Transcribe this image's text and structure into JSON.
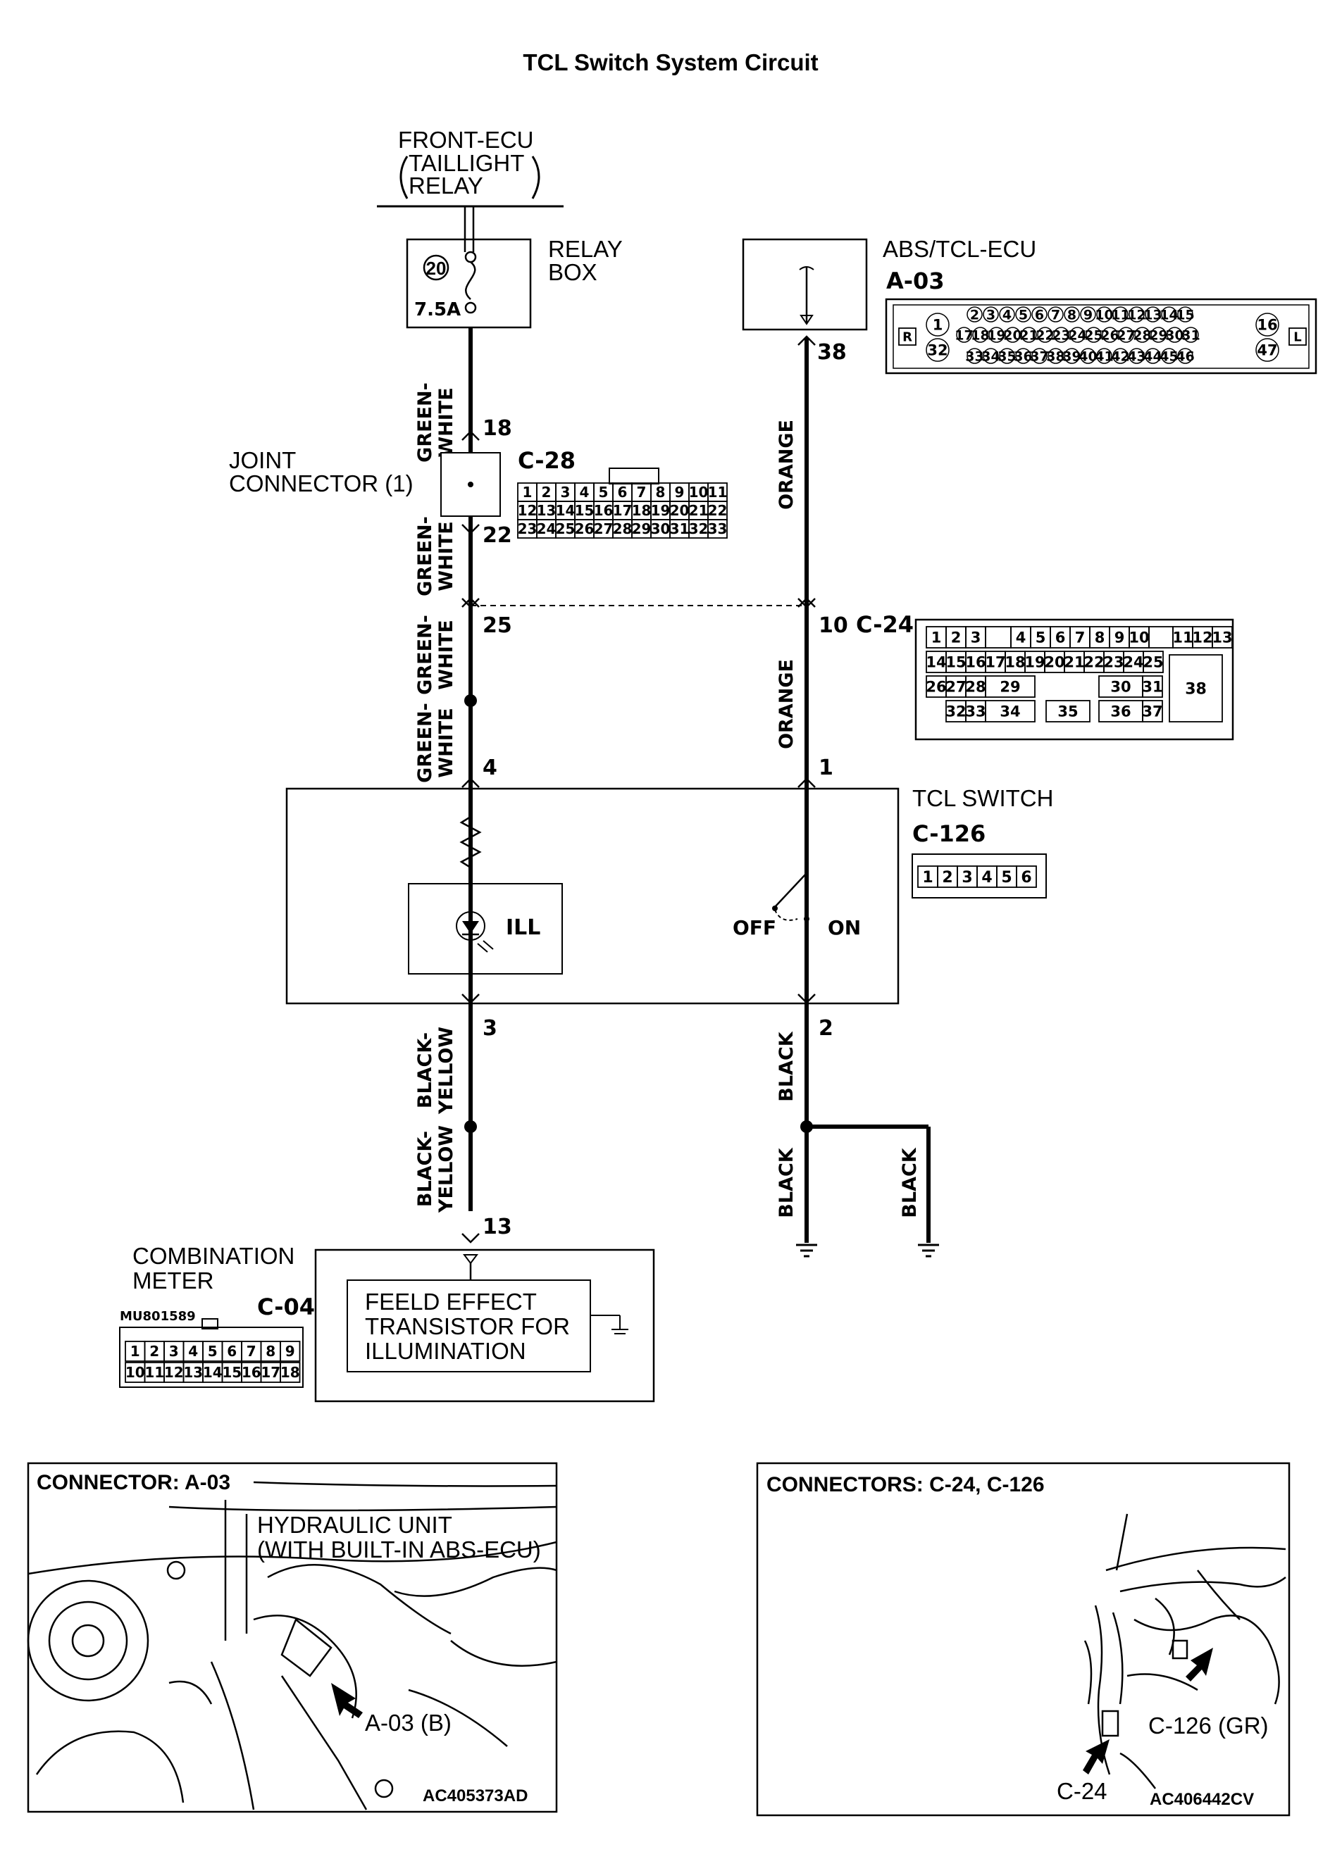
{
  "title": "TCL Switch System Circuit",
  "front_ecu": {
    "line1": "FRONT-ECU",
    "line2": "TAILLIGHT",
    "line3": "RELAY"
  },
  "relay_box": {
    "line1": "RELAY",
    "line2": "BOX",
    "fuse_no": "20",
    "rating": "7.5A"
  },
  "abs_ecu": {
    "name": "ABS/TCL-ECU",
    "connector": "A-03",
    "pin": "38",
    "pins_row1": [
      "2",
      "3",
      "4",
      "5",
      "6",
      "7",
      "8",
      "9",
      "10",
      "11",
      "12",
      "13",
      "14",
      "15"
    ],
    "pins_row2": [
      "17",
      "18",
      "19",
      "20",
      "21",
      "22",
      "23",
      "24",
      "25",
      "26",
      "27",
      "28",
      "29",
      "30",
      "31"
    ],
    "pins_row3": [
      "33",
      "34",
      "35",
      "36",
      "37",
      "38",
      "39",
      "40",
      "41",
      "42",
      "43",
      "44",
      "45",
      "46"
    ],
    "pin_r": "R",
    "pin_l": "L",
    "pin_1": "1",
    "pin_32": "32",
    "pin_16": "16",
    "pin_47": "47"
  },
  "joint_connector": {
    "line1": "JOINT",
    "line2": "CONNECTOR (1)",
    "connector": "C-28",
    "pin_in": "18",
    "pin_out": "22",
    "row1": [
      "1",
      "2",
      "3",
      "4",
      "5",
      "6",
      "7",
      "8",
      "9",
      "10",
      "11"
    ],
    "row2": [
      "12",
      "13",
      "14",
      "15",
      "16",
      "17",
      "18",
      "19",
      "20",
      "21",
      "22"
    ],
    "row3": [
      "23",
      "24",
      "25",
      "26",
      "27",
      "28",
      "29",
      "30",
      "31",
      "32",
      "33"
    ]
  },
  "c24": {
    "connector": "C-24",
    "pin_left": "25",
    "pin_right": "10",
    "row1": [
      "1",
      "2",
      "3",
      "4",
      "5",
      "6",
      "7",
      "8",
      "9",
      "10",
      "11",
      "12",
      "13"
    ],
    "row2": [
      "14",
      "15",
      "16",
      "17",
      "18",
      "19",
      "20",
      "21",
      "22",
      "23",
      "24",
      "25"
    ],
    "row3": [
      "26",
      "27",
      "28",
      "29",
      "30",
      "31",
      "38"
    ],
    "row4": [
      "32",
      "33",
      "34",
      "35",
      "36",
      "37"
    ]
  },
  "wires": {
    "green_white": "GREEN-\nWHITE",
    "orange": "ORANGE",
    "black_yellow": "BLACK-\nYELLOW",
    "black": "BLACK"
  },
  "tcl_switch": {
    "name": "TCL SWITCH",
    "connector": "C-126",
    "pin4": "4",
    "pin1": "1",
    "pin3": "3",
    "pin2": "2",
    "ill": "ILL",
    "off": "OFF",
    "on": "ON",
    "pins": [
      "1",
      "2",
      "3",
      "4",
      "5",
      "6"
    ]
  },
  "combination_meter": {
    "line1": "COMBINATION",
    "line2": "METER",
    "connector": "C-04",
    "part": "MU801589",
    "pin": "13",
    "fet_line1": "FEELD EFFECT",
    "fet_line2": "TRANSISTOR FOR",
    "fet_line3": "ILLUMINATION",
    "row1": [
      "1",
      "2",
      "3",
      "4",
      "5",
      "6",
      "7",
      "8",
      "9"
    ],
    "row2": [
      "10",
      "11",
      "12",
      "13",
      "14",
      "15",
      "16",
      "17",
      "18"
    ]
  },
  "panel_a03": {
    "title": "CONNECTOR: A-03",
    "line1": "HYDRAULIC UNIT",
    "line2": "(WITH BUILT-IN ABS-ECU)",
    "callout": "A-03 (B)",
    "code": "AC405373AD"
  },
  "panel_c24": {
    "title": "CONNECTORS: C-24, C-126",
    "callout1": "C-126 (GR)",
    "callout2": "C-24",
    "code": "AC406442CV"
  }
}
